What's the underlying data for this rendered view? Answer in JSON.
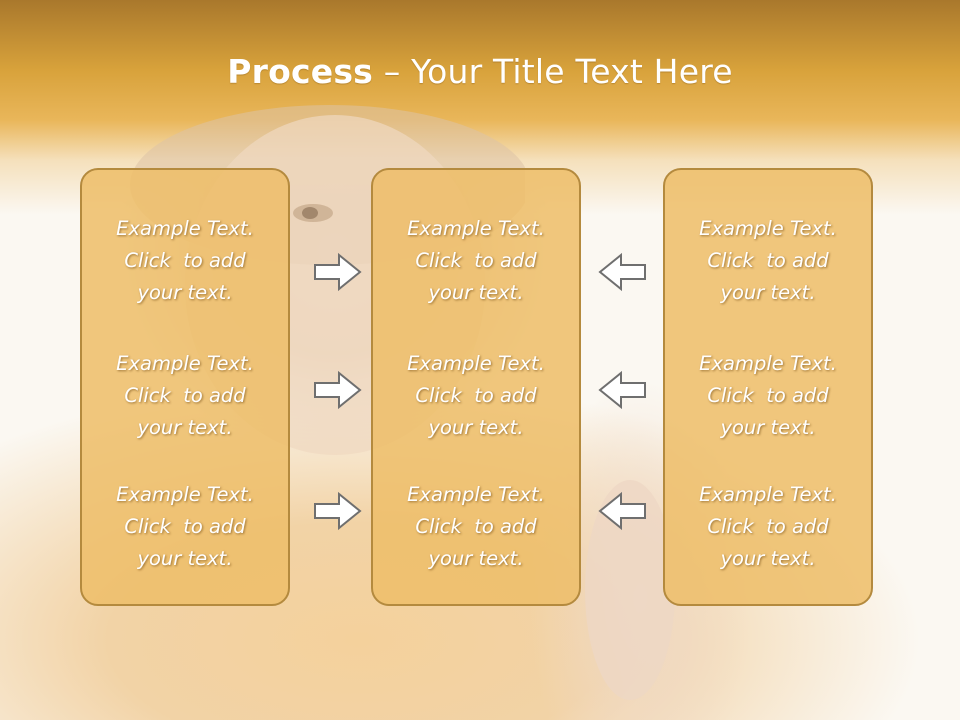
{
  "slide": {
    "title_bold": "Process",
    "title_rest": " – Your Title Text Here"
  },
  "columns": [
    {
      "blocks": [
        {
          "line1": "Example Text.",
          "line2": "Click  to add",
          "line3": "your text."
        },
        {
          "line1": "Example Text.",
          "line2": "Click  to add",
          "line3": "your text."
        },
        {
          "line1": "Example Text.",
          "line2": "Click  to add",
          "line3": "your text."
        }
      ]
    },
    {
      "blocks": [
        {
          "line1": "Example Text.",
          "line2": "Click  to add",
          "line3": "your text."
        },
        {
          "line1": "Example Text.",
          "line2": "Click  to add",
          "line3": "your text."
        },
        {
          "line1": "Example Text.",
          "line2": "Click  to add",
          "line3": "your text."
        }
      ]
    },
    {
      "blocks": [
        {
          "line1": "Example Text.",
          "line2": "Click  to add",
          "line3": "your text."
        },
        {
          "line1": "Example Text.",
          "line2": "Click  to add",
          "line3": "your text."
        },
        {
          "line1": "Example Text.",
          "line2": "Click  to add",
          "line3": "your text."
        }
      ]
    }
  ],
  "arrows": {
    "left_column_icon": "arrow-right-icon",
    "right_column_icon": "arrow-left-icon"
  },
  "colors": {
    "header_gold": "#d8a23b",
    "box_fill": "#eebe69",
    "box_border": "#b48a3e",
    "arrow_stroke": "#6f6f6f"
  }
}
